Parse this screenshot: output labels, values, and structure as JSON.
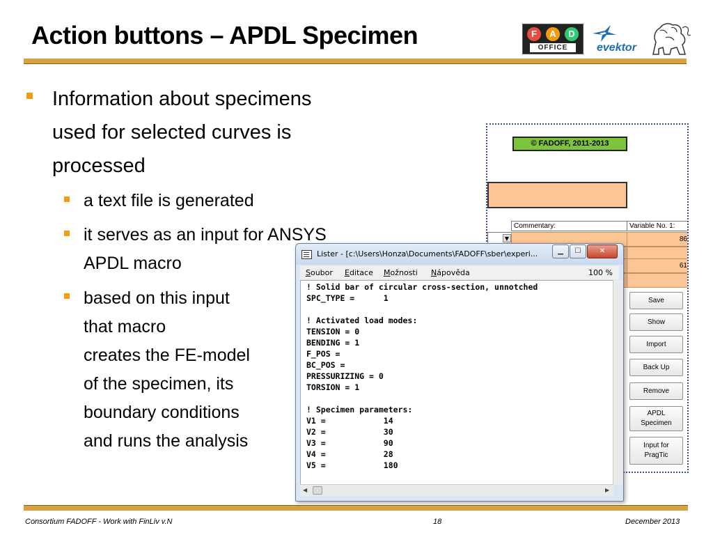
{
  "slide": {
    "title": "Action buttons – APDL Specimen",
    "bullets": {
      "b1_lines": [
        "Information about specimens",
        "used for selected curves is",
        "processed"
      ],
      "b2": "a text file is generated",
      "b3_lines": [
        "it serves as an input for ANSYS",
        "APDL macro"
      ],
      "b4_lines": [
        "based on this input",
        "that macro",
        "creates the FE-model",
        "of the specimen, its",
        "boundary conditions",
        "and runs the analysis"
      ]
    },
    "logos": {
      "fad_letters": [
        "F",
        "A",
        "D"
      ],
      "fad_colors": [
        "#e74c3c",
        "#f39c12",
        "#2ecc71"
      ],
      "fad_office": "OFFICE",
      "evektor": "evektor",
      "lion_icon": "czech-lion-emblem-icon"
    }
  },
  "excel": {
    "copyright": "© FADOFF, 2011-2013",
    "commentary_header": "Commentary:",
    "variable_header": "Variable No. 1:",
    "values": [
      "86",
      "61"
    ],
    "buttons": [
      "Save",
      "Show",
      "Import",
      "Back Up",
      "Remove",
      "APDL\nSpecimen",
      "Input for\nPragTic"
    ]
  },
  "lister": {
    "title": "Lister - [c:\\Users\\Honza\\Documents\\FADOFF\\sber\\experi...",
    "menu": [
      "Soubor",
      "Editace",
      "Možnosti",
      "Nápověda"
    ],
    "zoom": "100 %",
    "lines": [
      "! Solid bar of circular cross-section, unnotched",
      "SPC_TYPE =      1",
      "",
      "! Activated load modes:",
      "TENSION = 0",
      "BENDING = 1",
      "F_POS =",
      "BC_POS =",
      "PRESSURIZING = 0",
      "TORSION = 1",
      "",
      "! Specimen parameters:",
      "V1 =            14",
      "V2 =            30",
      "V3 =            90",
      "V4 =            28",
      "V5 =            180"
    ]
  },
  "footer": {
    "left": "Consortium FADOFF - Work with FinLiv v.N",
    "page": "18",
    "date": "December 2013"
  }
}
